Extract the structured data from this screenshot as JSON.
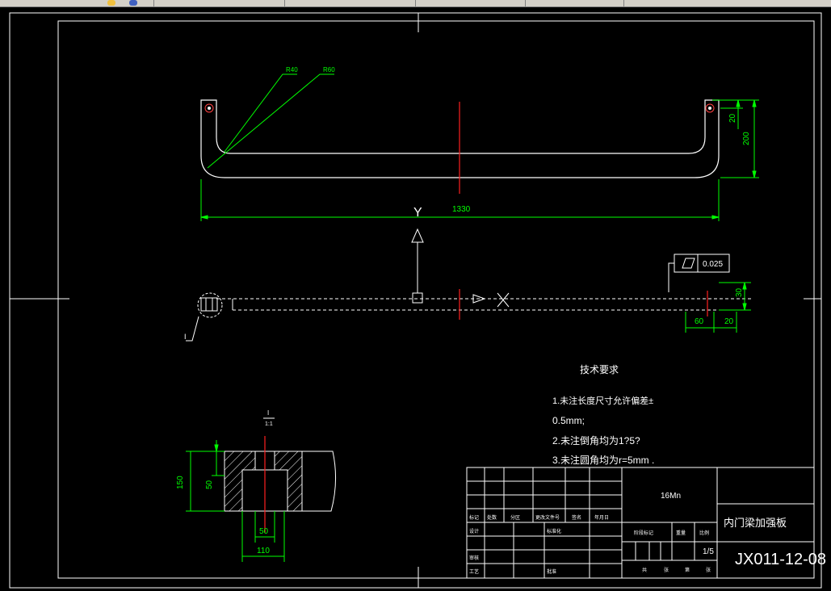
{
  "toolbar": {
    "icons": [
      "tool-icon-1",
      "tool-icon-2"
    ]
  },
  "top_view": {
    "leader_r40": "R40",
    "leader_r60": "R60",
    "dim_length": "1330",
    "dim_20": "20",
    "dim_200": "200",
    "view_label": "Y"
  },
  "side_view": {
    "flatness_value": "0.025",
    "dim_30": "30",
    "dim_60": "60",
    "dim_20": "20",
    "detail_marker": "I",
    "axis_label": "X"
  },
  "section_view": {
    "section_mark": "I",
    "section_scale": "1:1",
    "dim_150": "150",
    "dim_50v": "50",
    "dim_50h": "50",
    "dim_110": "110"
  },
  "requirements": {
    "title": "技术要求",
    "line1": "1.未注长度尺寸允许偏差±",
    "line2": "0.5mm;",
    "line3": "2.未注倒角均为1?5?",
    "line4": "3.未注圆角均为r=5mm    ."
  },
  "title_block": {
    "material": "16Mn",
    "part_name": "内门梁加强板",
    "drawing_no": "JX011-12-08",
    "scale": "1/5",
    "row_labels": {
      "mark": "标记",
      "count": "处数",
      "zone": "分区",
      "change_no": "更改文件号",
      "sign": "签名",
      "date": "年月日",
      "design": "设计",
      "standard": "标准化",
      "review": "审核",
      "craft": "工艺",
      "approve": "批准",
      "stage_mark": "阶段标记",
      "weight": "重量",
      "ratio": "比例",
      "sheet_total": "共",
      "sheet": "张",
      "sheet_no": "第",
      "sheet2": "张"
    }
  },
  "colors": {
    "background": "#000000",
    "part_outline": "#ffffff",
    "dimension": "#00ff00",
    "centerline": "#ff0000",
    "toolbar": "#d4d0c8"
  }
}
